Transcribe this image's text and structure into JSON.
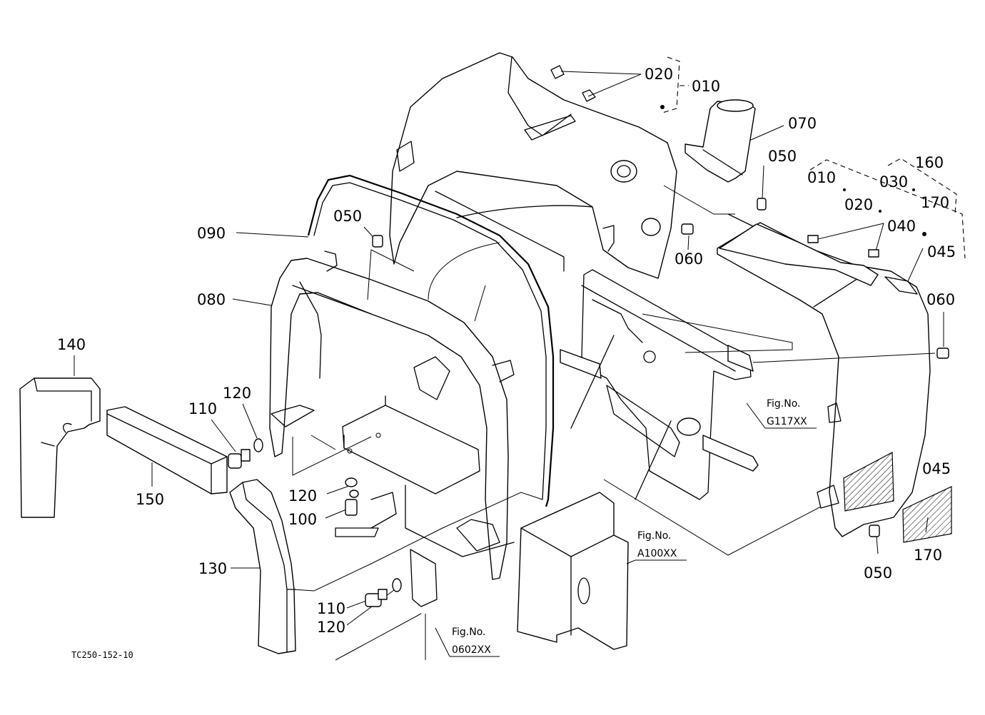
{
  "drawing_code": "TC250-152-10",
  "part_numbers": {
    "p010a": "010",
    "p020a": "020",
    "p070": "070",
    "p050a": "050",
    "p160": "160",
    "p010b": "010",
    "p030": "030",
    "p020b": "020",
    "p170a": "170",
    "p040": "040",
    "p045a": "045",
    "p090": "090",
    "p050b": "050",
    "p060a": "060",
    "p080": "080",
    "p060b": "060",
    "p140": "140",
    "p120a": "120",
    "p110a": "110",
    "p045b": "045",
    "p150": "150",
    "p120b": "120",
    "p100": "100",
    "p130": "130",
    "p050c": "050",
    "p170b": "170",
    "p110b": "110",
    "p120c": "120"
  },
  "figure_refs": [
    {
      "label": "Fig.No.",
      "code": "G117XX"
    },
    {
      "label": "Fig.No.",
      "code": "A100XX"
    },
    {
      "label": "Fig.No.",
      "code": "0602XX"
    }
  ]
}
